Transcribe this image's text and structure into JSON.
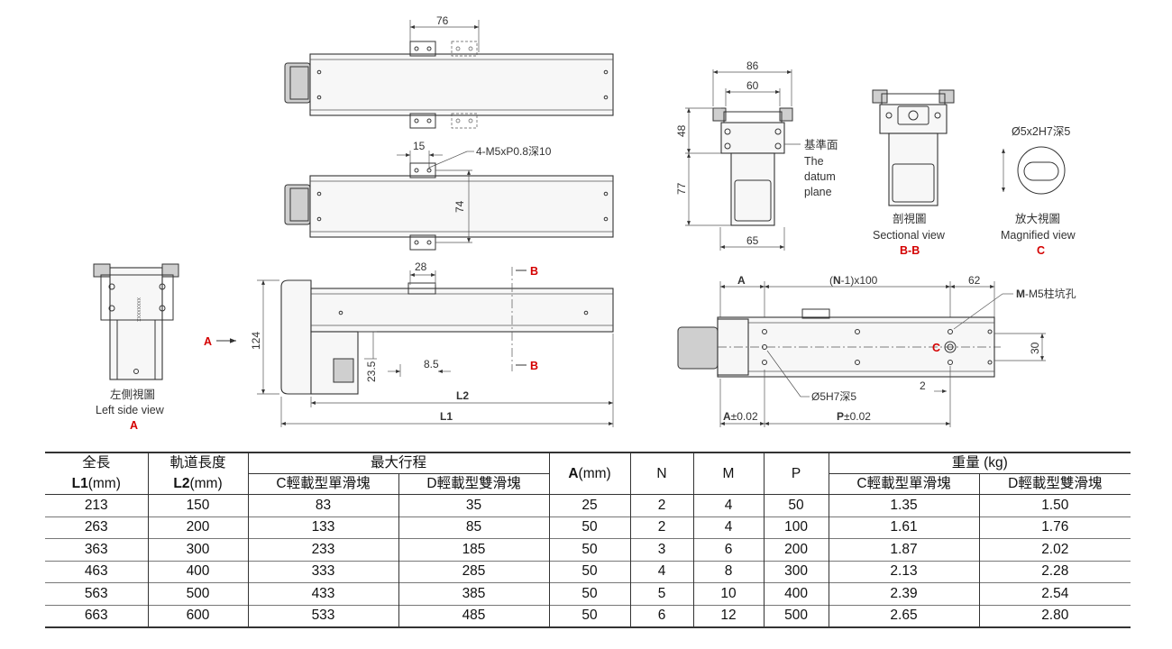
{
  "drawing": {
    "top_view": {
      "dim_width": "76",
      "dim_pitch": "15",
      "dim_span": "74",
      "hole_note": "4-M5xP0.8深10"
    },
    "side_view": {
      "dim_28": "28",
      "dim_height": "124",
      "dim_23_5": "23.5",
      "dim_8_5": "8.5",
      "dim_l2": "L2",
      "dim_l1": "L1",
      "section_arrow": "A",
      "section_b": "B"
    },
    "left_view": {
      "caption_zh": "左側視圖",
      "caption_en": "Left side view",
      "mark": "A"
    },
    "end_view": {
      "dim_86": "86",
      "dim_60": "60",
      "dim_48": "48",
      "dim_77": "77",
      "dim_65": "65",
      "datum_zh": "基準面",
      "datum_en_1": "The",
      "datum_en_2": "datum",
      "datum_en_3": "plane"
    },
    "section_view": {
      "caption_zh": "剖視圖",
      "caption_en": "Sectional view",
      "mark": "B-B"
    },
    "magnified_view": {
      "note": "Ø5x2H7深5",
      "caption_zh": "放大視圖",
      "caption_en": "Magnified view",
      "mark": "C"
    },
    "bottom_view": {
      "dim_a": "A",
      "dim_pitch_n": "N",
      "dim_pitch_rest": "-1)x100",
      "dim_62": "62",
      "hole_m_bold": "M",
      "hole_m_rest": "-M5柱坑孔",
      "mark_c": "C",
      "dim_30": "30",
      "dim_2": "2",
      "pin_note": "Ø5H7深5",
      "tol_a_bold": "A",
      "tol_a_rest": "±0.02",
      "tol_p_bold": "P",
      "tol_p_rest": "±0.02"
    }
  },
  "table": {
    "headers": {
      "l1_zh": "全長",
      "l1_bold": "L1",
      "l1_unit": "(mm)",
      "l2_zh": "軌道長度",
      "l2_bold": "L2",
      "l2_unit": "(mm)",
      "stroke": "最大行程",
      "stroke_c_single": "C輕載型單滑塊",
      "stroke_d_double": "D輕載型雙滑塊",
      "a_bold": "A",
      "a_unit": "(mm)",
      "n": "N",
      "m": "M",
      "p": "P",
      "weight": "重量 (kg)",
      "weight_c_single": "C輕載型單滑塊",
      "weight_d_double": "D輕載型雙滑塊"
    },
    "rows": [
      [
        "213",
        "150",
        "83",
        "35",
        "25",
        "2",
        "4",
        "50",
        "1.35",
        "1.50"
      ],
      [
        "263",
        "200",
        "133",
        "85",
        "50",
        "2",
        "4",
        "100",
        "1.61",
        "1.76"
      ],
      [
        "363",
        "300",
        "233",
        "185",
        "50",
        "3",
        "6",
        "200",
        "1.87",
        "2.02"
      ],
      [
        "463",
        "400",
        "333",
        "285",
        "50",
        "4",
        "8",
        "300",
        "2.13",
        "2.28"
      ],
      [
        "563",
        "500",
        "433",
        "385",
        "50",
        "5",
        "10",
        "400",
        "2.39",
        "2.54"
      ],
      [
        "663",
        "600",
        "533",
        "485",
        "50",
        "6",
        "12",
        "500",
        "2.65",
        "2.80"
      ]
    ]
  },
  "colors": {
    "accent_red": "#d40000",
    "line": "#333333"
  }
}
